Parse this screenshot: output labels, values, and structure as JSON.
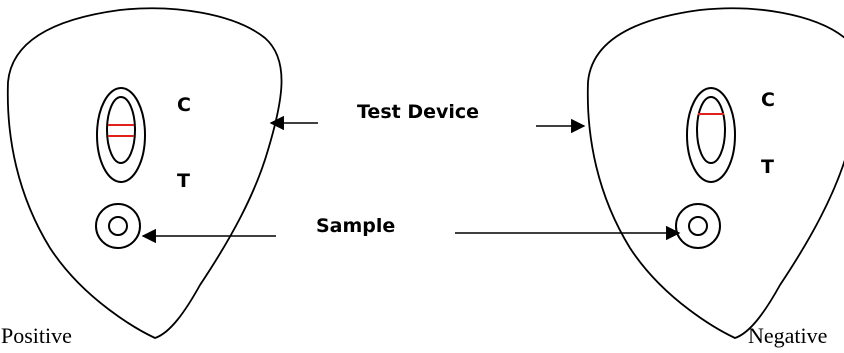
{
  "labels": {
    "test_device": "Test Device",
    "sample": "Sample",
    "positive": "Positive",
    "negative": "Negative"
  },
  "positive_device": {
    "control_mark": "C",
    "test_mark": "T",
    "lines_visible": [
      "C",
      "T"
    ]
  },
  "negative_device": {
    "control_mark": "C",
    "test_mark": "T",
    "lines_visible": [
      "C"
    ]
  },
  "colors": {
    "outline": "#000000",
    "result_line": "#e0201b"
  }
}
